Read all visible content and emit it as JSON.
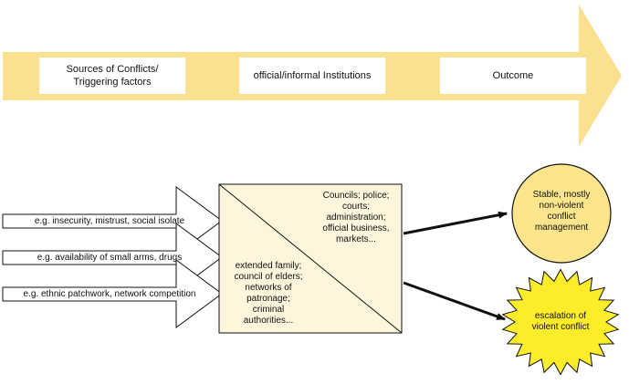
{
  "banner": {
    "stages": [
      "Sources of Conflicts/\nTriggering factors",
      "official/informal Institutions",
      "Outcome"
    ]
  },
  "factors": [
    "e.g. insecurity, mistrust, social isolate",
    "e.g. availability of small arms, drugs",
    "e.g. ethnic patchwork, network competition"
  ],
  "institutions": {
    "official": "Councils; police;\ncourts;\nadministration;\nofficial business,\nmarkets...",
    "informal": "extended family;\ncouncil of elders;\nnetworks of\npatronage;\ncriminal\nauthorities..."
  },
  "outcomes": {
    "stable": "Stable, mostly\nnon-violent\nconflict\nmanagement",
    "escalation": "escalation of\nviolent conflict"
  },
  "colors": {
    "banner": "#fbe08f",
    "panel": "#fdf5dc",
    "circle": "#fde58b",
    "star": "#fcec2a"
  }
}
